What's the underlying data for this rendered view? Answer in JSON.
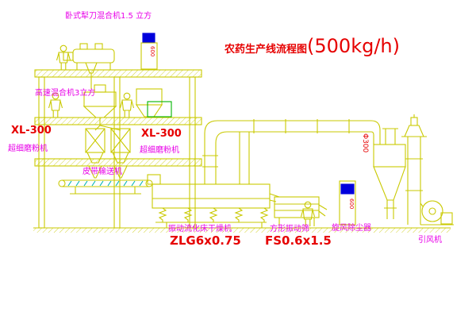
{
  "title": {
    "text": "农药生产线流程图",
    "capacity": "(500kg/h)"
  },
  "labels": {
    "horizontal_mixer": "卧式犁刀混合机1.5 立方",
    "high_speed_mixer": "高速混合机3立方",
    "mill_left_model": "XL-300",
    "mill_left_name": "超细磨粉机",
    "mill_center_model": "XL-300",
    "mill_center_name": "超细磨粉机",
    "belt_conveyor": "皮带输送机",
    "fluid_bed_name": "振动流化床干燥机",
    "fluid_bed_model": "ZLG6x0.75",
    "screen_name": "方形振动筛",
    "screen_model": "FS0.6x1.5",
    "cyclone_name": "旋风除尘器",
    "fan_name": "引风机",
    "duct_diameter": "Φ300",
    "cabinet_top_text": "600",
    "cabinet_right_text": "600"
  },
  "colors": {
    "line_yellow": "#c9c900",
    "label_magenta": "#e800e8",
    "model_red": "#e60000",
    "panel_green": "#00b400",
    "box_blue": "#0000dc",
    "tick_cyan": "#00b4b4",
    "background": "#ffffff"
  }
}
